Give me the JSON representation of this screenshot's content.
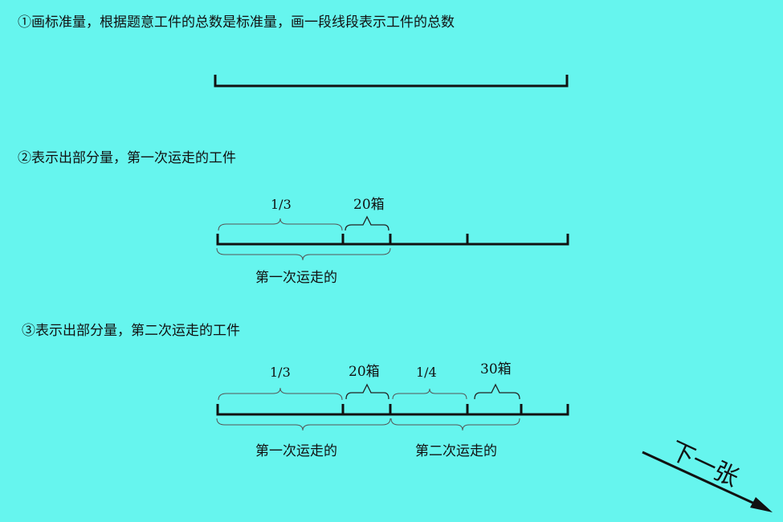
{
  "steps": {
    "step1": "①画标准量，根据题意工件的总数是标准量，画一段线段表示工件的总数",
    "step2": "②表示出部分量，第一次运走的工件",
    "step3": "③表示出部分量，第二次运走的工件"
  },
  "diagram2": {
    "label_fraction": "1/3",
    "label_boxes": "20箱",
    "label_under": "第一次运走的"
  },
  "diagram3": {
    "label_fraction1": "1/3",
    "label_boxes1": "20箱",
    "label_fraction2": "1/4",
    "label_boxes2": "30箱",
    "label_under1": "第一次运走的",
    "label_under2": "第二次运走的"
  },
  "next_button": {
    "label": "下一张",
    "color": "#111111"
  }
}
